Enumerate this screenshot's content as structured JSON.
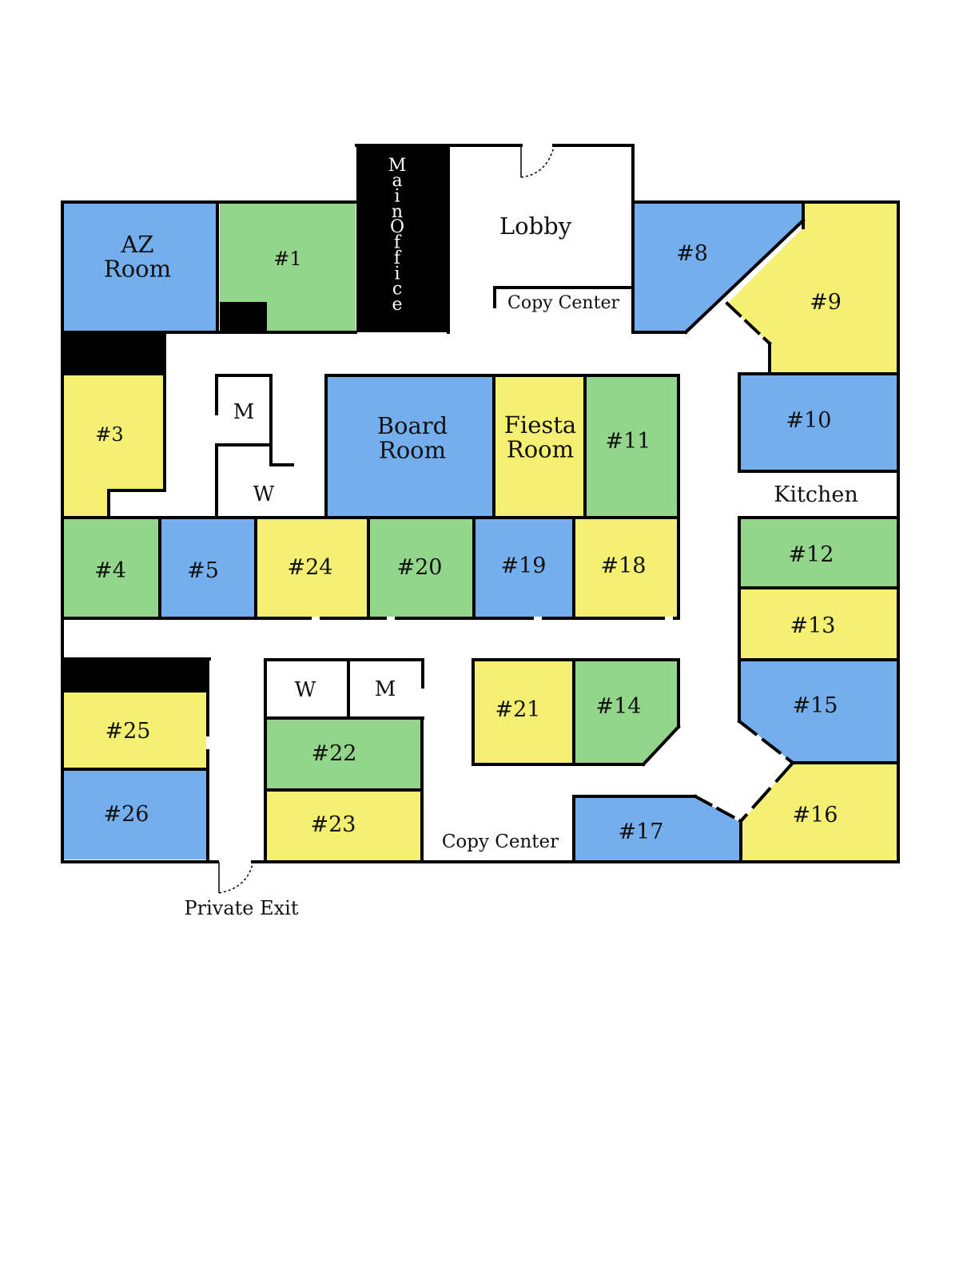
{
  "colors": {
    "blue": "#74aeed",
    "green": "#93d58a",
    "yellow": "#f5f071",
    "black": "#000000",
    "wall": "#000000",
    "corridor": "#ffffff"
  },
  "rooms": {
    "az_room": "AZ\nRoom",
    "room_1": "#1",
    "main_office": "Main Office",
    "lobby": "Lobby",
    "copy_center_top": "Copy Center",
    "room_8": "#8",
    "room_9": "#9",
    "room_3": "#3",
    "restroom_m_top": "M",
    "restroom_w_top": "W",
    "board_room": "Board\nRoom",
    "fiesta_room": "Fiesta\nRoom",
    "room_11": "#11",
    "room_10": "#10",
    "kitchen": "Kitchen",
    "room_4": "#4",
    "room_5": "#5",
    "room_24": "#24",
    "room_20": "#20",
    "room_19": "#19",
    "room_18": "#18",
    "room_12": "#12",
    "room_13": "#13",
    "room_25": "#25",
    "room_26": "#26",
    "restroom_w_bottom": "W",
    "restroom_m_bottom": "M",
    "room_22": "#22",
    "room_23": "#23",
    "room_21": "#21",
    "room_14": "#14",
    "room_15": "#15",
    "room_16": "#16",
    "room_17": "#17",
    "copy_center_bottom": "Copy Center",
    "private_exit": "Private Exit"
  }
}
